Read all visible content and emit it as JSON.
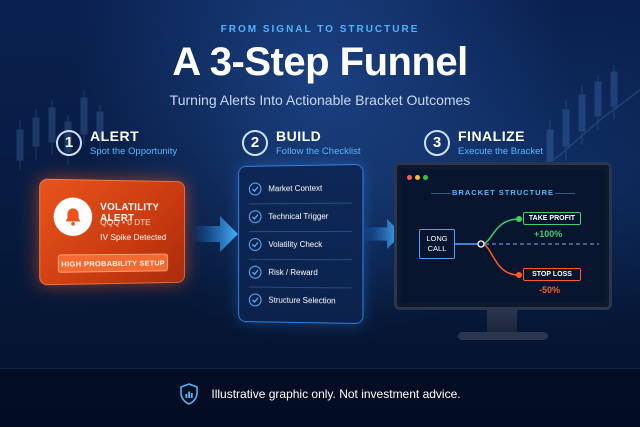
{
  "header": {
    "eyebrow": "FROM SIGNAL TO STRUCTURE",
    "title": "A 3-Step Funnel",
    "subtitle": "Turning Alerts Into Actionable Bracket Outcomes"
  },
  "steps": [
    {
      "number": "1",
      "title": "ALERT",
      "subtitle": "Spot the Opportunity"
    },
    {
      "number": "2",
      "title": "BUILD",
      "subtitle": "Follow the Checklist"
    },
    {
      "number": "3",
      "title": "FINALIZE",
      "subtitle": "Execute the Bracket"
    }
  ],
  "alert_card": {
    "icon": "bell-icon",
    "title": "VOLATILITY ALERT",
    "ticker": "QQQ • 0 DTE",
    "detail": "IV Spike Detected",
    "button": "HIGH PROBABILITY SETUP",
    "color": "#e8541c"
  },
  "checklist": {
    "icon": "check-circle-icon",
    "items": [
      "Market Context",
      "Technical Trigger",
      "Volatility Check",
      "Risk / Reward",
      "Structure Selection"
    ]
  },
  "bracket": {
    "title": "BRACKET STRUCTURE",
    "entry": "LONG\nCALL",
    "take_profit": {
      "label": "TAKE PROFIT",
      "value": "+100%",
      "color": "#3ed06b"
    },
    "stop_loss": {
      "label": "STOP LOSS",
      "value": "-50%",
      "color": "#ff5a2a"
    }
  },
  "footer": {
    "icon": "shield-chart-icon",
    "text": "Illustrative graphic only. Not investment advice."
  },
  "colors": {
    "accent": "#4fb3ff",
    "background": "#061633"
  }
}
